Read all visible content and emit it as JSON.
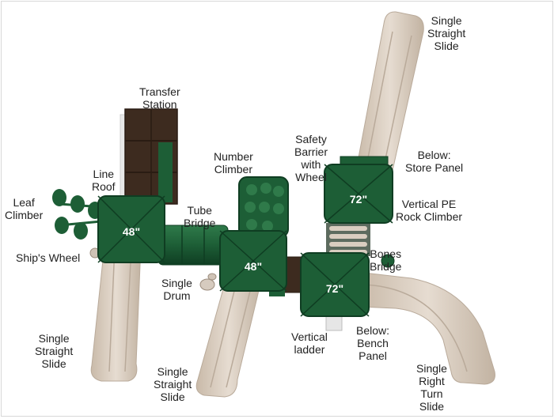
{
  "colors": {
    "green": "#1d5e36",
    "green_dark": "#0f3d22",
    "green_light": "#2f7a4a",
    "tan": "#d9cdc0",
    "tan_shadow": "#b9aa9a",
    "brown": "#3d2b1f"
  },
  "decks": [
    {
      "id": "deck-48-left",
      "height_label": "48\""
    },
    {
      "id": "deck-48-center",
      "height_label": "48\""
    },
    {
      "id": "deck-72-upper",
      "height_label": "72\""
    },
    {
      "id": "deck-72-lower",
      "height_label": "72\""
    }
  ],
  "labels": {
    "transfer_station": [
      "Transfer",
      "Station"
    ],
    "line_roof": [
      "Line",
      "Roof"
    ],
    "leaf_climber": [
      "Leaf",
      "Climber"
    ],
    "ships_wheel": [
      "Ship's Wheel"
    ],
    "tube_bridge": [
      "Tube",
      "Bridge"
    ],
    "number_climber": [
      "Number",
      "Climber"
    ],
    "safety_barrier": [
      "Safety",
      "Barrier",
      "with",
      "Wheel"
    ],
    "store_panel": [
      "Below:",
      "Store Panel"
    ],
    "single_straight_slide_top": [
      "Single",
      "Straight",
      "Slide"
    ],
    "vertical_pe_rock_climber": [
      "Vertical PE",
      "Rock Climber"
    ],
    "bones_bridge": [
      "Bones",
      "Bridge"
    ],
    "single_drum": [
      "Single",
      "Drum"
    ],
    "vertical_ladder": [
      "Vertical",
      "ladder"
    ],
    "bench_panel": [
      "Below:",
      "Bench",
      "Panel"
    ],
    "single_straight_slide_left": [
      "Single",
      "Straight",
      "Slide"
    ],
    "single_straight_slide_center": [
      "Single",
      "Straight",
      "Slide"
    ],
    "single_right_turn_slide": [
      "Single",
      "Right",
      "Turn",
      "Slide"
    ]
  }
}
